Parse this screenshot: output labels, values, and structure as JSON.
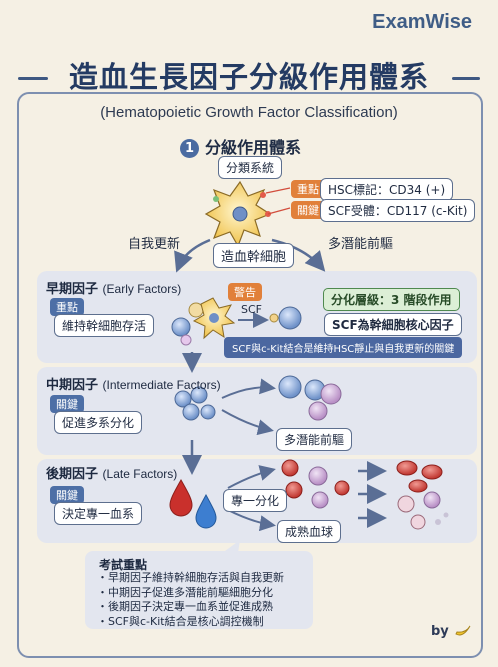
{
  "brand": "ExamWise",
  "title": "造血生長因子分級作用體系",
  "subtitle": "(Hematopoietic Growth Factor Classification)",
  "section": {
    "number": "1",
    "heading": "分級作用體系"
  },
  "top": {
    "classification_label": "分類系統",
    "key_tag": "重點",
    "key_text": "HSC標記：CD34 (+)",
    "key2_tag": "關鍵",
    "key2_text": "SCF受體：CD117 (c-Kit)",
    "left_label": "自我更新",
    "right_label": "多潛能前驅",
    "center_label": "造血幹細胞"
  },
  "early": {
    "title": "早期因子",
    "title_en": "(Early Factors)",
    "tag": "重點",
    "box": "維持幹細胞存活",
    "warning": "警告",
    "scf": "SCF",
    "level": "分化層級：3 階段作用",
    "core": "SCF為幹細胞核心因子",
    "banner": "SCF與c-Kit結合是維持HSC靜止與自我更新的關鍵"
  },
  "mid": {
    "title": "中期因子",
    "title_en": "(Intermediate Factors)",
    "tag": "關鍵",
    "box": "促進多系分化",
    "result": "多潛能前驅"
  },
  "late": {
    "title": "後期因子",
    "title_en": "(Late Factors)",
    "tag": "關鍵",
    "box": "決定專一血系",
    "mid_label": "專一分化",
    "result": "成熟血球"
  },
  "summary": {
    "title": "考試重點",
    "items": [
      "早期因子維持幹細胞存活與自我更新",
      "中期因子促進多潛能前驅細胞分化",
      "後期因子決定專一血系並促進成熟",
      "SCF與c-Kit結合是核心調控機制"
    ]
  },
  "by": "by",
  "colors": {
    "navy": "#243b63",
    "accent": "#4b67a0",
    "orange": "#e1803a",
    "green": "#4f8a4f"
  }
}
